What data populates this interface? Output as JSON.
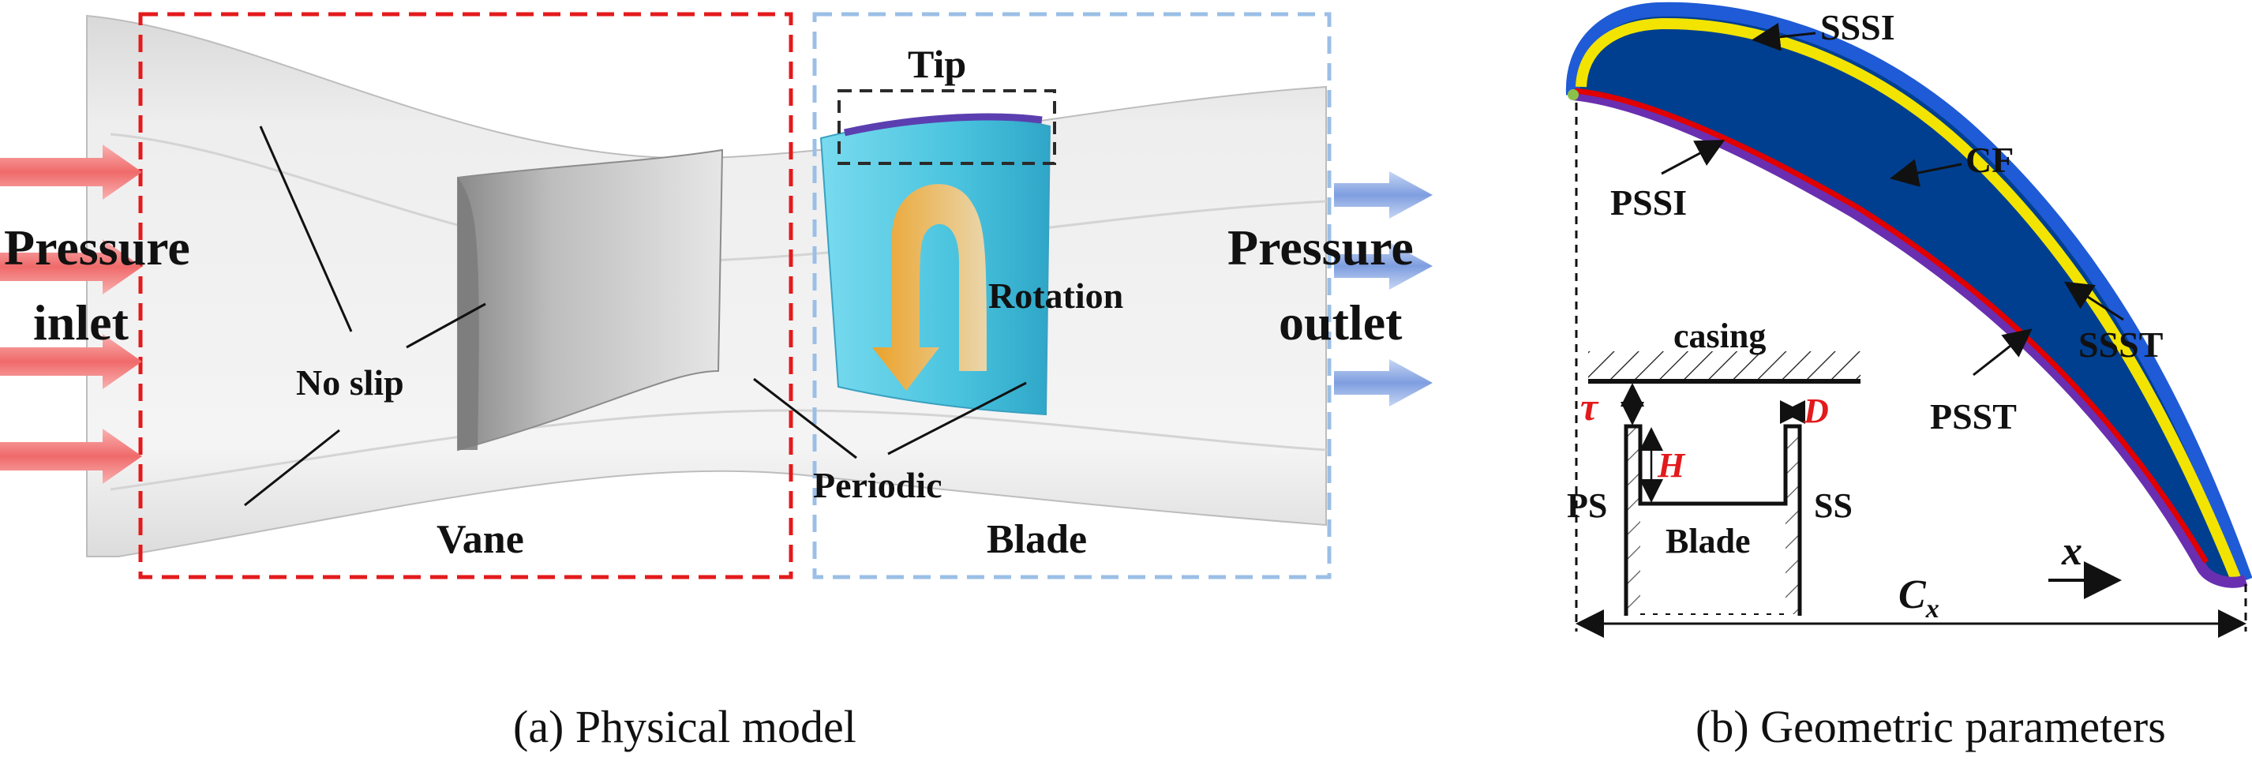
{
  "panel_a": {
    "labels": {
      "pressure_inlet_1": "Pressure",
      "pressure_inlet_2": "inlet",
      "pressure_outlet_1": "Pressure",
      "pressure_outlet_2": "outlet",
      "no_slip": "No slip",
      "tip": "Tip",
      "rotation": "Rotation",
      "periodic": "Periodic",
      "vane": "Vane",
      "blade": "Blade"
    },
    "caption": "(a) Physical model",
    "colors": {
      "vane_box": "#e31a1c",
      "blade_box": "#9bbfe6",
      "blade_body": "#4cc6e0",
      "inlet_arrow": "#f07a7a",
      "outlet_arrow": "#8aa8e0",
      "rotation_arrow": "#f2a640"
    }
  },
  "panel_b": {
    "labels": {
      "sssi": "SSSI",
      "cf": "CF",
      "pssi": "PSSI",
      "ssst": "SSST",
      "psst": "PSST",
      "casing": "casing",
      "tau": "τ",
      "d": "D",
      "h": "H",
      "ps": "PS",
      "ss": "SS",
      "blade": "Blade",
      "x": "x",
      "cx_main": "C",
      "cx_sub": "x"
    },
    "caption": "(b) Geometric parameters",
    "colors": {
      "airfoil_fill": "#003f8f",
      "suction_stripe": "#f2e400",
      "suction_outline": "#1f5bd6",
      "pressure_line": "#e00000",
      "pressure_outline": "#6a2fb0"
    }
  }
}
